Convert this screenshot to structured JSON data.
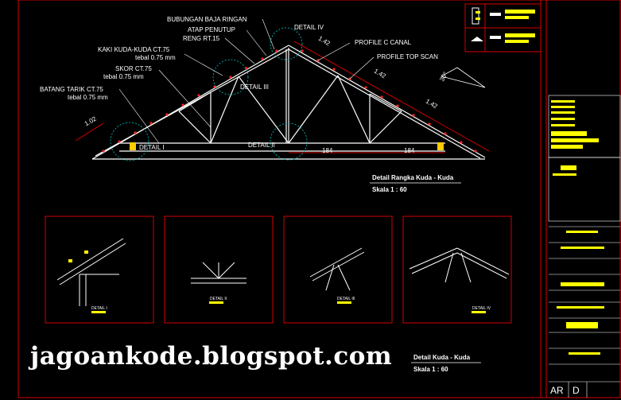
{
  "labels": {
    "bubungan": "BUBUNGAN BAJA RINGAN",
    "atap": "ATAP PENUTUP",
    "reng": "RENG RT.15",
    "kaki": "KAKI KUDA-KUDA CT.75",
    "kaki_tebal": "tebal 0.75 mm",
    "skor": "SKOR CT.75",
    "skor_tebal": "tebal 0.75 mm",
    "batang": "BATANG TARIK CT.75",
    "batang_tebal": "tebal 0.75 mm",
    "profile_c": "PROFILE C CANAL",
    "profile_top": "PROFILE TOP SCAN",
    "detail_i": "DETAIL I",
    "detail_ii": "DETAIL II",
    "detail_iii": "DETAIL III",
    "detail_iv": "DETAIL IV"
  },
  "dimensions": {
    "d102": "1.02",
    "d142a": "1.42",
    "d142b": "1.42",
    "d142c": "1.42",
    "d184a": "184",
    "d184b": "184",
    "angle": "30°"
  },
  "main_title": "Detail Rangka Kuda - Kuda",
  "main_scale": "Skala 1 : 60",
  "sub_title": "Detail Kuda - Kuda",
  "sub_scale": "Skala 1 : 60",
  "panels": [
    {
      "tag": "DETAIL I"
    },
    {
      "tag": "DETAIL II"
    },
    {
      "tag": "DETAIL III"
    },
    {
      "tag": "DETAIL IV"
    }
  ],
  "watermark": "jagoankode.blogspot.com",
  "title_block": {
    "code_ar": "AR",
    "code_d": "D"
  },
  "colors": {
    "border": "#d40000",
    "truss": "#ffffff",
    "yellow": "#ffff00",
    "cyan": "#00c8c8",
    "red_dot": "#ff2020"
  }
}
